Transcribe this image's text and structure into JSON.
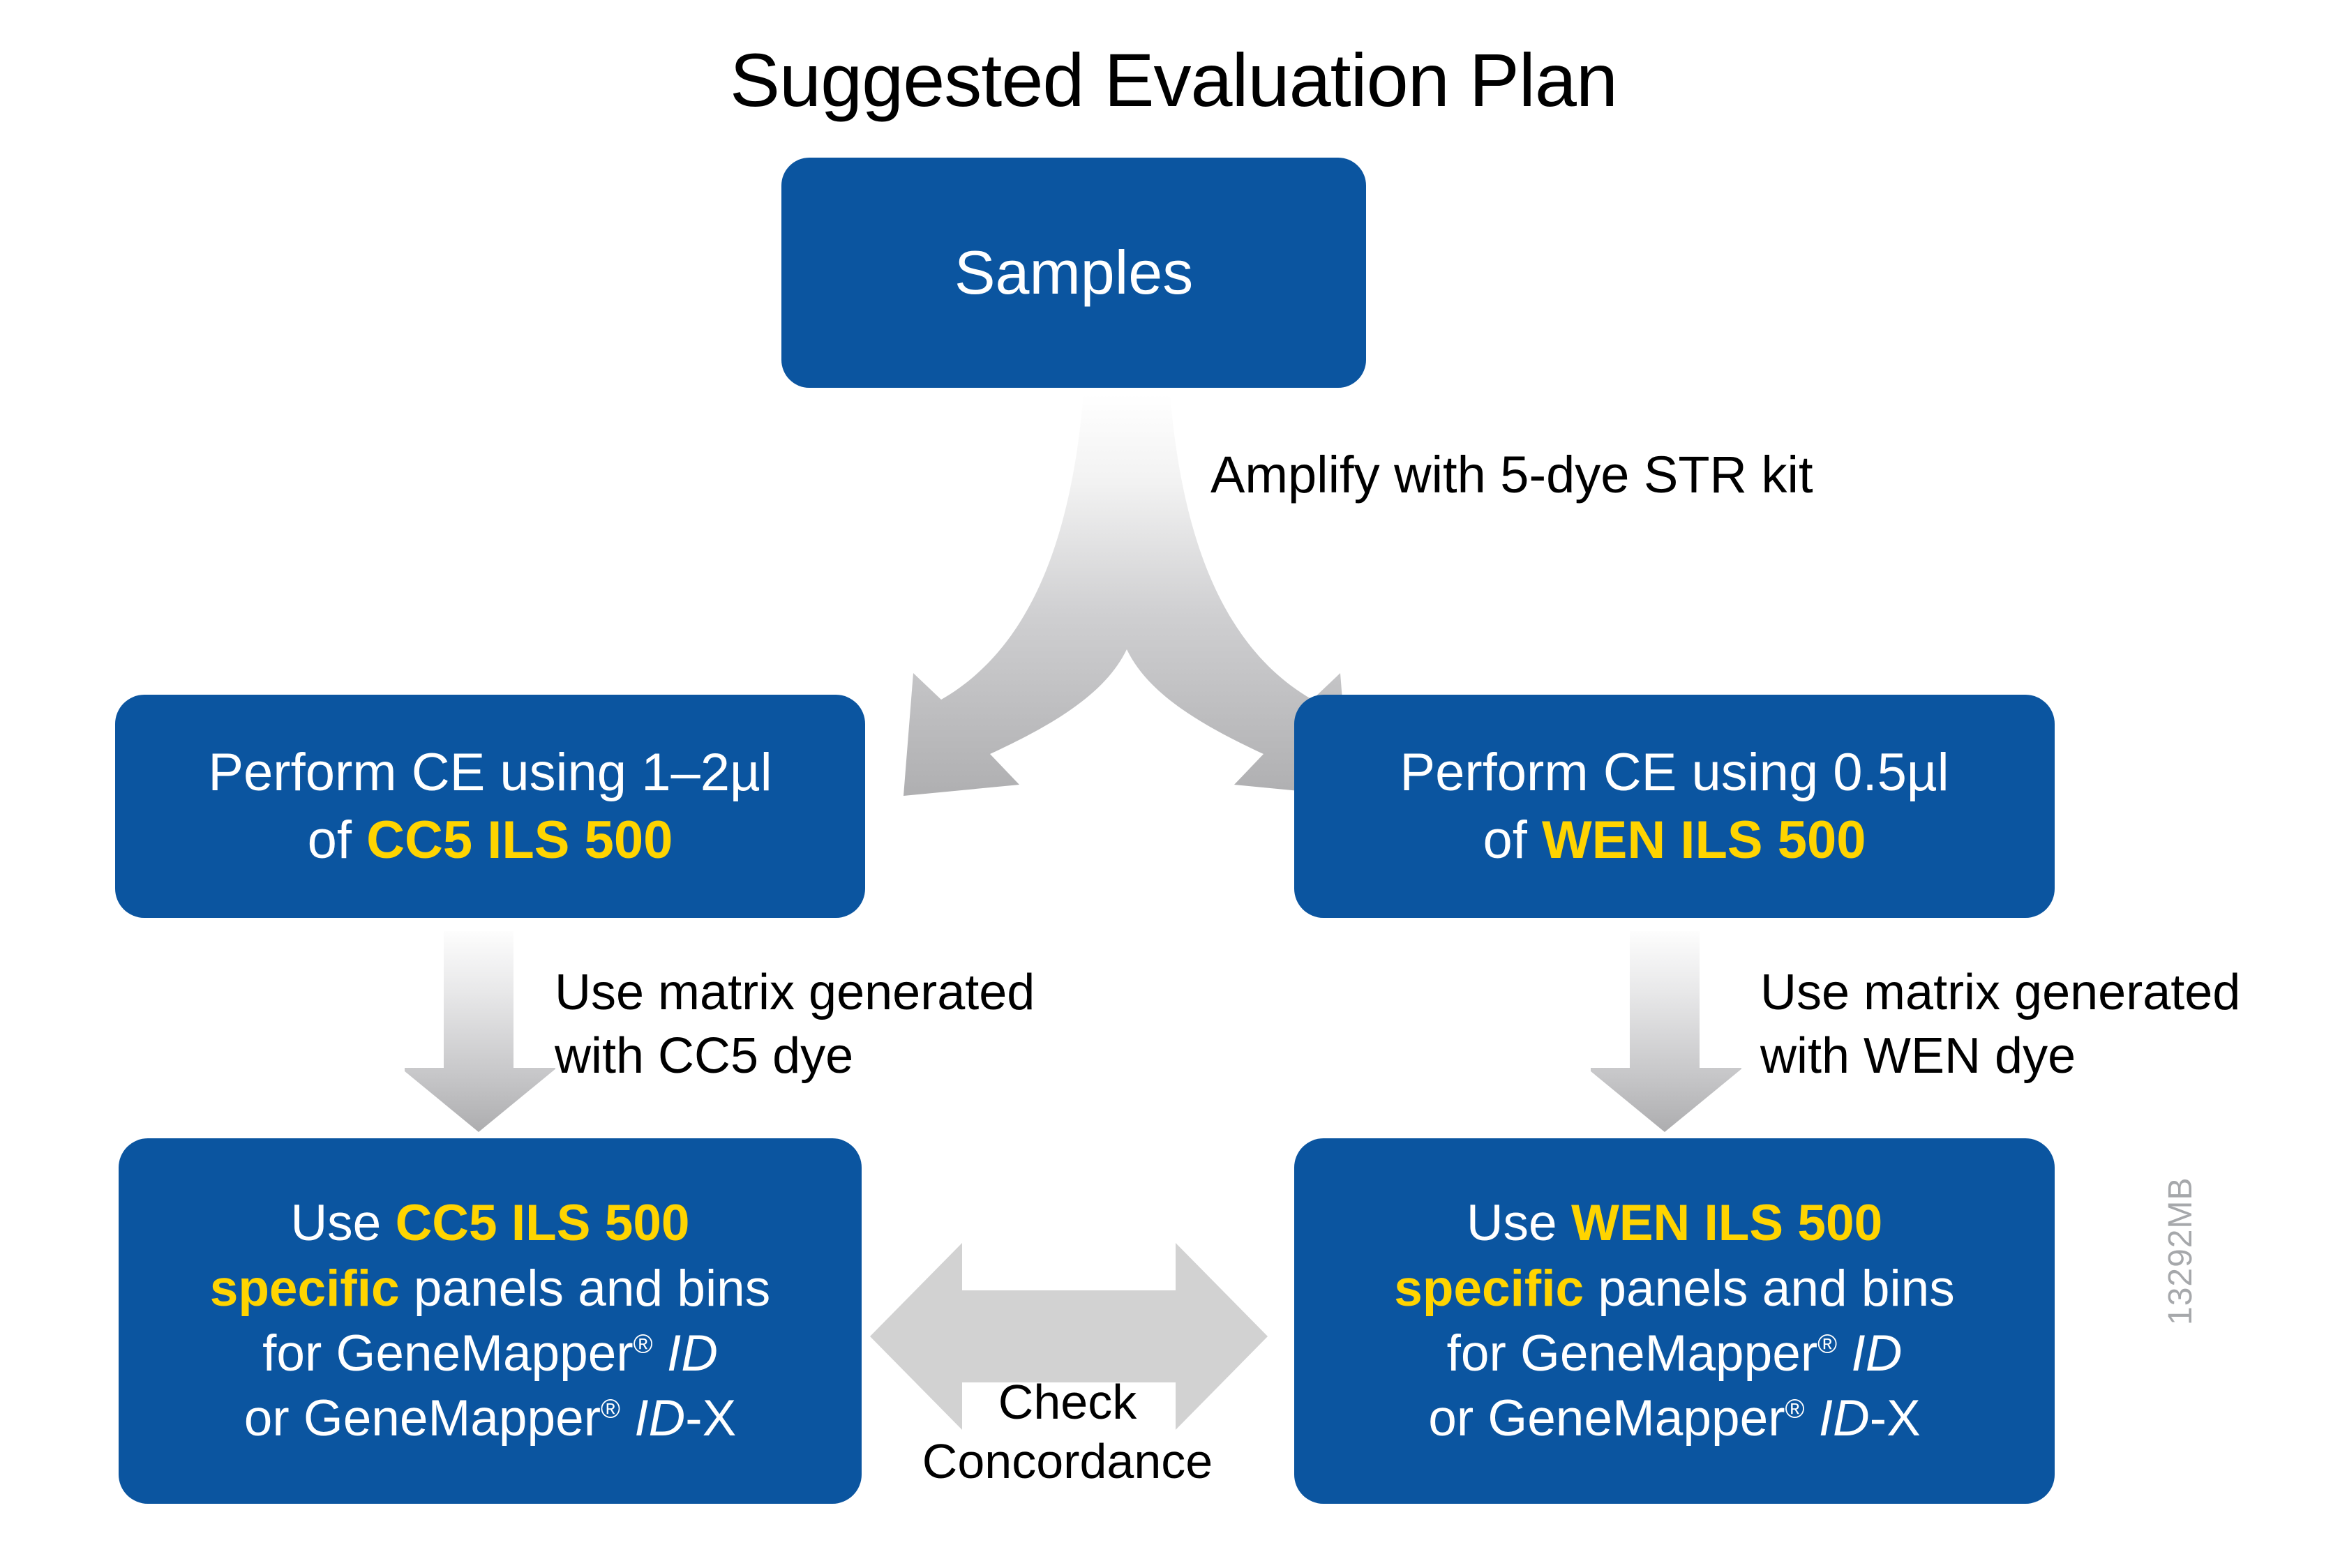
{
  "title": "Suggested Evaluation Plan",
  "colors": {
    "box_blue": "#0B55A0",
    "highlight_yellow": "#FFD400",
    "arrow_grey": "#D2D2D2",
    "arrow_grey_dark": "#AFAFAF",
    "side_code_grey": "#A6A8AB",
    "background": "#FFFFFF",
    "text_white": "#FFFFFF",
    "text_black": "#000000"
  },
  "nodes": {
    "samples": {
      "label": "Samples"
    },
    "ce_left": {
      "line1": "Perform CE using 1–2µl",
      "line2_prefix": "of ",
      "line2_highlight": "CC5 ILS 500"
    },
    "ce_right": {
      "line1": "Perform CE using 0.5µl",
      "line2_prefix": "of ",
      "line2_highlight": "WEN ILS 500"
    },
    "panels_left": {
      "line1_prefix": "Use ",
      "line1_highlight": "CC5 ILS 500",
      "line2_highlight": "specific",
      "line2_suffix": " panels and bins",
      "line3_prefix": "for GeneMapper",
      "line3_reg": "®",
      "line3_italic": " ID",
      "line4_prefix": "or GeneMapper",
      "line4_reg": "®",
      "line4_italic": " ID",
      "line4_suffix": "-X"
    },
    "panels_right": {
      "line1_prefix": "Use ",
      "line1_highlight": "WEN ILS 500",
      "line2_highlight": "specific",
      "line2_suffix": " panels and bins",
      "line3_prefix": "for GeneMapper",
      "line3_reg": "®",
      "line3_italic": " ID",
      "line4_prefix": "or GeneMapper",
      "line4_reg": "®",
      "line4_italic": " ID",
      "line4_suffix": "-X"
    }
  },
  "edges": {
    "amplify": "Amplify with 5-dye STR kit",
    "matrix_left": "Use matrix generated\nwith CC5 dye",
    "matrix_right": "Use matrix generated\nwith WEN dye",
    "concordance": "Check\nConcordance"
  },
  "footer": {
    "code": "13292MB"
  }
}
